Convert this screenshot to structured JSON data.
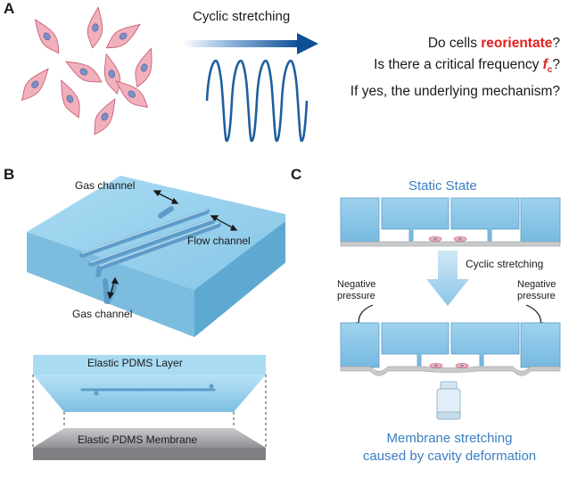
{
  "panels": {
    "a": {
      "letter": "A",
      "arrow_label": "Cyclic stretching",
      "question1_pre": "Do cells ",
      "question1_highlight": "reorientate",
      "question1_post": "?",
      "question2_pre": "Is there a critical frequency ",
      "question2_symbol": "f",
      "question2_subscript": "c",
      "question2_post": "?",
      "question3": "If yes, the underlying mechanism?"
    },
    "b": {
      "letter": "B",
      "gas_channel_top": "Gas channel",
      "flow_channel": "Flow channel",
      "gas_channel_bottom": "Gas channel",
      "layer_label": "Elastic PDMS Layer",
      "membrane_label": "Elastic PDMS Membrane"
    },
    "c": {
      "letter": "C",
      "static_state": "Static State",
      "cyclic_stretching": "Cyclic stretching",
      "negative_pressure_left_1": "Negative",
      "negative_pressure_left_2": "pressure",
      "negative_pressure_right_1": "Negative",
      "negative_pressure_right_2": "pressure",
      "caption_line1": "Membrane stretching",
      "caption_line2": "caused by cavity deformation"
    }
  },
  "colors": {
    "red_highlight": "#e0201e",
    "pdms_blue": "#8fcbe8",
    "wave_blue": "#1f5f9f",
    "title_blue": "#3a7fc4",
    "cell_pink": "#f0a8b6",
    "membrane_gray": "#a7a9ac"
  }
}
